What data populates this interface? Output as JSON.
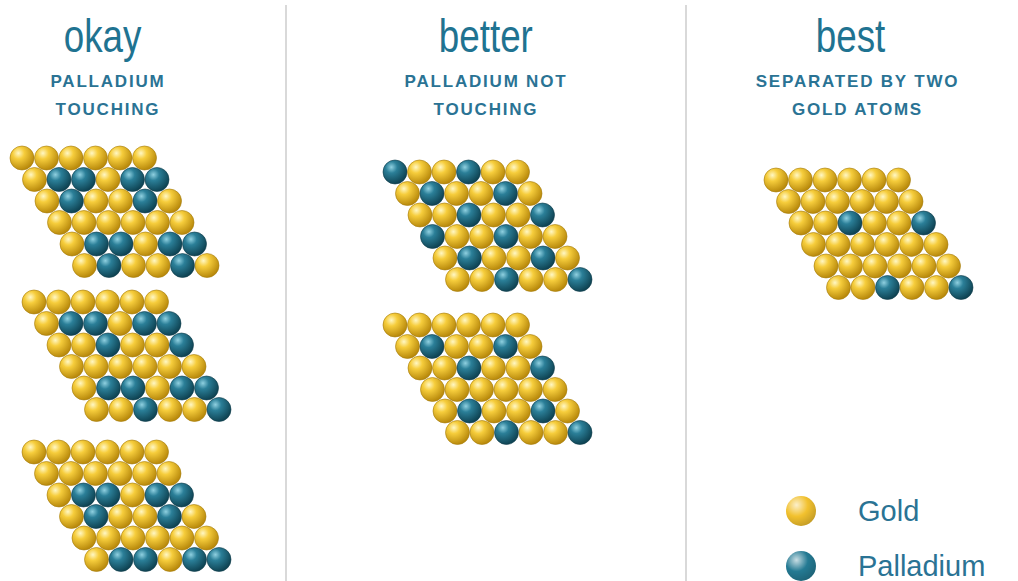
{
  "diagram": {
    "labels": [
      "okay",
      "PALLADIUM TOUCHING",
      "better",
      "PALLADIUM NOT TOUCHING",
      "best",
      "SEPARATED BY TWO GOLD ATOMS"
    ],
    "legend": [
      {
        "text": "Gold",
        "color": "#f2c12e"
      },
      {
        "text": "Palladium",
        "color": "#247a93"
      }
    ]
  }
}
